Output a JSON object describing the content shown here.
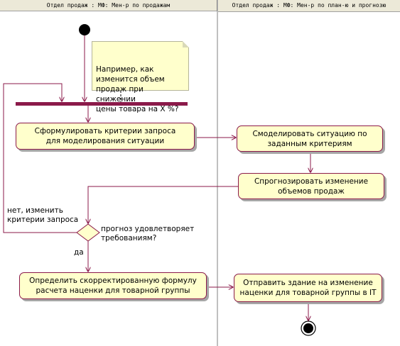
{
  "lanes": {
    "left": "Отдел продаж : МФ: Мен-р по продажам",
    "right": "Отдел продаж : МФ: Мен-р по план-ю и прогнозю"
  },
  "note": {
    "text": "Например, как\nизменится объем\nпродаж при снижении\nцены товара на Х %?"
  },
  "actions": {
    "formulate": "Сформулировать критерии запроса\nдля моделирования ситуации",
    "model": "Смоделировать ситуацию по\nзаданным критериям",
    "forecast": "Спрогнозировать изменение\nобъемов продаж",
    "define": "Определить скорректированную формулу\nрасчета наценки для товарной группы",
    "send": "Отправить здание на изменение\nнаценки для товарной группы в IT"
  },
  "decision": {
    "guard_no": "нет, изменить\nкритерии запроса",
    "condition": "прогноз удовлетворяет\nтребованиям?",
    "guard_yes": "да"
  },
  "colors": {
    "line": "#8b1a4a",
    "action_fill": "#ffffcc",
    "header_bg": "#ece9d8"
  }
}
